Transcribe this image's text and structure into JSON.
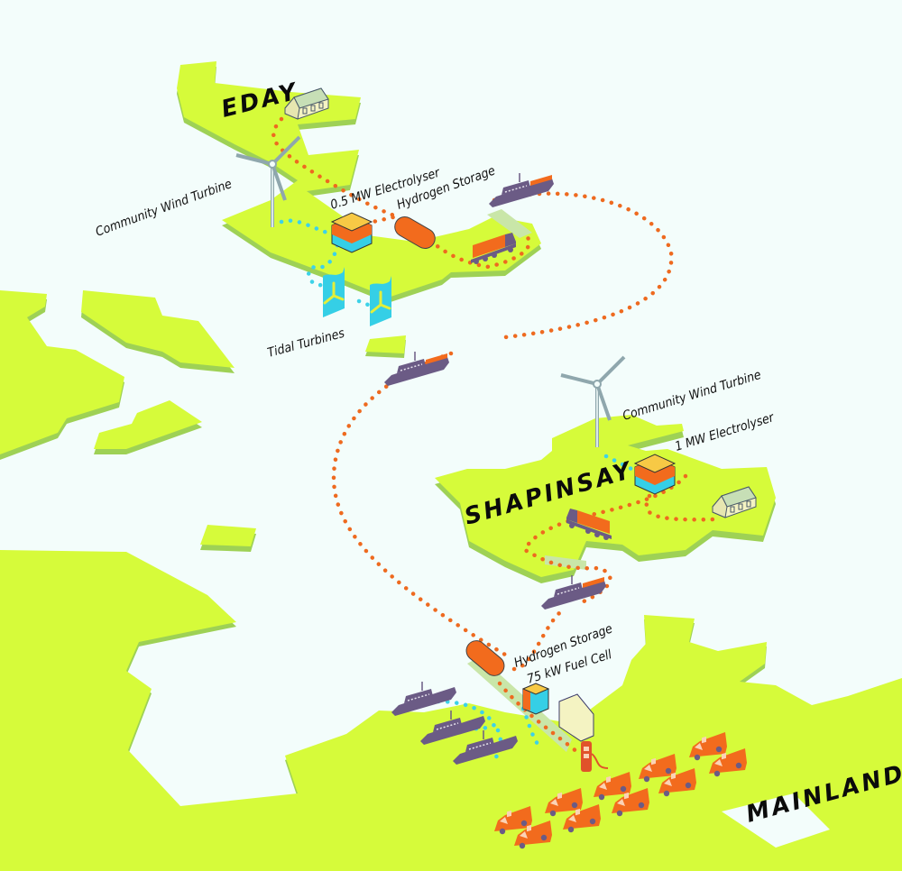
{
  "colors": {
    "sea": "#f3fdfb",
    "land": "#d6fb3a",
    "land_edge": "#9ed155",
    "hydrogen_route": "#ee6a1f",
    "power_route": "#3dd2e8",
    "vehicle": "#f26b1d",
    "ship": "#6b5b85",
    "tidal": "#35cfe6",
    "house": "#f4f3c2"
  },
  "islands": {
    "eday": "EDAY",
    "shapinsay": "SHAPINSAY",
    "mainland": "MAINLAND"
  },
  "eday_labels": {
    "wind_turbine": "Community Wind Turbine",
    "electrolyser": "0.5 MW Electrolyser",
    "hydrogen_storage": "Hydrogen Storage",
    "tidal_turbines": "Tidal Turbines"
  },
  "shapinsay_labels": {
    "wind_turbine": "Community Wind Turbine",
    "electrolyser": "1 MW Electrolyser"
  },
  "mainland_labels": {
    "hydrogen_storage": "Hydrogen Storage",
    "fuel_cell": "75 kW Fuel Cell"
  },
  "icons": [
    "house-icon",
    "wind-turbine-icon",
    "electrolyser-icon",
    "hydrogen-tank-icon",
    "tidal-turbine-icon",
    "truck-icon",
    "ferry-icon",
    "fuel-cell-icon",
    "hydrogen-pump-icon",
    "van-icon"
  ]
}
